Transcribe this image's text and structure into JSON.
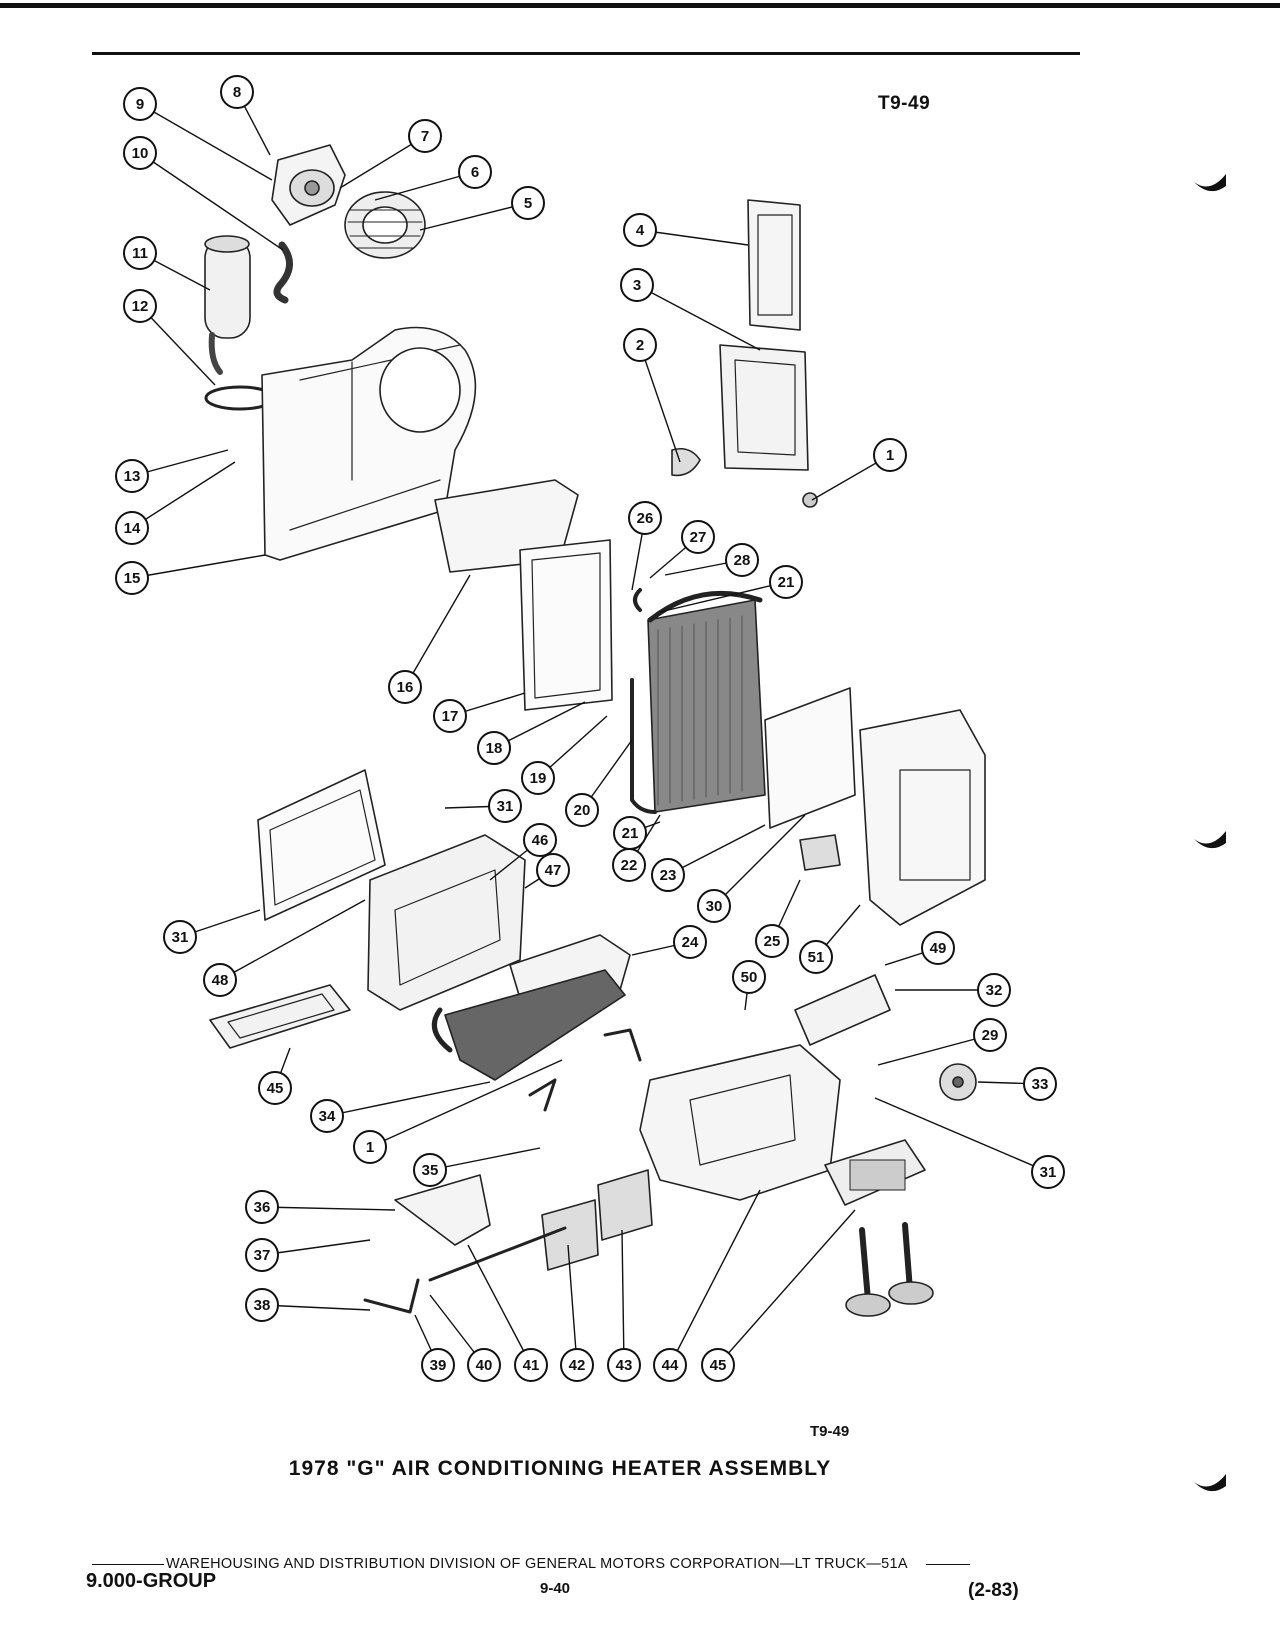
{
  "figure_id_top": "T9-49",
  "figure_id_bottom": "T9-49",
  "caption": "1978 \"G\" AIR CONDITIONING HEATER ASSEMBLY",
  "footer": {
    "line": "WAREHOUSING AND DISTRIBUTION  DIVISION OF GENERAL MOTORS CORPORATION—LT TRUCK—51A",
    "group": "9.000-GROUP",
    "page": "9-40",
    "revision": "(2-83)"
  },
  "callouts": [
    "9",
    "8",
    "7",
    "6",
    "5",
    "10",
    "4",
    "11",
    "3",
    "12",
    "2",
    "1",
    "13",
    "14",
    "15",
    "26",
    "27",
    "28",
    "21",
    "16",
    "17",
    "18",
    "19",
    "20",
    "31",
    "46",
    "21",
    "47",
    "22",
    "23",
    "30",
    "31",
    "48",
    "24",
    "25",
    "51",
    "49",
    "50",
    "32",
    "29",
    "45",
    "33",
    "34",
    "1",
    "31",
    "35",
    "36",
    "37",
    "38",
    "39",
    "40",
    "41",
    "42",
    "43",
    "44",
    "45"
  ]
}
